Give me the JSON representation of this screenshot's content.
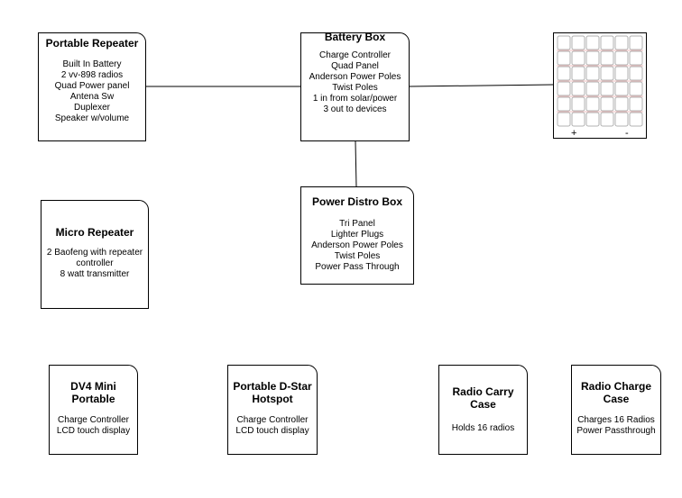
{
  "boxes": {
    "portable_repeater": {
      "title": "Portable Repeater",
      "lines": [
        "Built In Battery",
        "2 vv-898 radios",
        "Quad Power panel",
        "Antena Sw",
        "Duplexer",
        "Speaker w/volume"
      ]
    },
    "battery_box": {
      "title": "Battery Box",
      "lines": [
        "Charge Controller",
        "Quad Panel",
        "Anderson Power Poles",
        "Twist Poles",
        "1 in from solar/power",
        "3 out to devices"
      ]
    },
    "power_distro_box": {
      "title": "Power Distro Box",
      "lines": [
        "Tri Panel",
        "Lighter Plugs",
        "Anderson Power Poles",
        "Twist Poles",
        "Power Pass Through"
      ]
    },
    "micro_repeater": {
      "title": "Micro Repeater",
      "lines": [
        "2 Baofeng with repeater controller",
        "8 watt transmitter"
      ]
    },
    "dv4_mini": {
      "title": "DV4 Mini Portable",
      "lines": [
        "Charge Controller",
        "LCD touch display"
      ]
    },
    "dstar_hotspot": {
      "title": "Portable D-Star Hotspot",
      "lines": [
        "Charge Controller",
        "LCD touch display"
      ]
    },
    "radio_carry_case": {
      "title": "Radio Carry Case",
      "lines": [
        "Holds 16 radios"
      ]
    },
    "radio_charge_case": {
      "title": "Radio Charge Case",
      "lines": [
        "Charges 16 Radios",
        "Power Passthrough"
      ]
    }
  },
  "solar_panel": {
    "terminal_plus": "+",
    "terminal_minus": "-",
    "grid_rows": 6,
    "grid_cols": 6,
    "cell_color": "#b0b0b0",
    "cell_line_color": "#e08080"
  },
  "connections": [
    [
      "portable_repeater",
      "battery_box"
    ],
    [
      "battery_box",
      "solar_panel"
    ],
    [
      "battery_box",
      "power_distro_box"
    ]
  ]
}
